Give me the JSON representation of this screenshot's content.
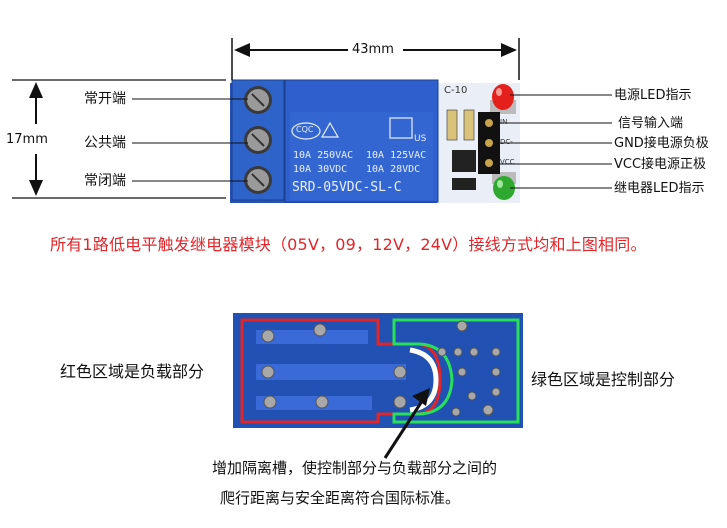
{
  "top_diagram": {
    "width_dim": "43mm",
    "height_dim": "17mm",
    "left_labels": [
      "常开端",
      "公共端",
      "常闭端"
    ],
    "right_labels": [
      "电源LED指示",
      "信号输入端",
      "GND接电源负极",
      "VCC接电源正极",
      "继电器LED指示"
    ],
    "relay_text": {
      "brand": "CQC",
      "mark": "US",
      "rating_left_1": "10A 250VAC",
      "rating_left_2": "10A  30VDC",
      "rating_right_1": "10A 125VAC",
      "rating_right_2": "10A  28VDC",
      "model": "SRD-05VDC-SL-C",
      "corner": "C-10"
    },
    "pin_labels": [
      "IN",
      "DC-",
      "VCC"
    ]
  },
  "note_red": "所有1路低电平触发继电器模块（05V，09，12V，24V）接线方式均和上图相同。",
  "bottom_diagram": {
    "left_label": "红色区域是负载部分",
    "right_label": "绿色区域是控制部分",
    "note_line1": "增加隔离槽，使控制部分与负载部分之间的",
    "note_line2": "爬行距离与安全距离符合国际标准。"
  },
  "colors": {
    "pcb": "#1f4fb0",
    "relay": "#2a55c4",
    "load_outline": "#e0262a",
    "control_outline": "#27e05a",
    "note": "#e0262a"
  }
}
